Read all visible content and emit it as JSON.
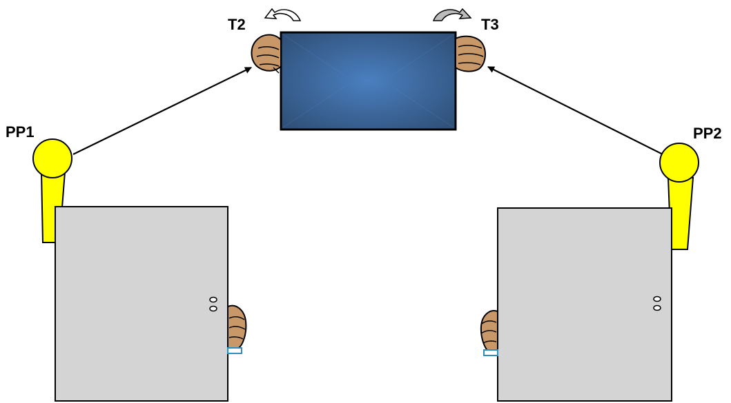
{
  "labels": {
    "t2": "T2",
    "t3": "T3",
    "pp1": "PP1",
    "pp2": "PP2"
  },
  "colors": {
    "screen_center": "#4a7fc0",
    "screen_edge": "#2c4a6e",
    "door_fill": "#d4d4d4",
    "person_fill": "#ffff00",
    "hand_fill": "#c99868",
    "rotation_arrow_fill": "#bcbcbc",
    "outline": "#000000"
  },
  "icons": {
    "screen": "display-panel",
    "doors": "door-panel",
    "hands": "hand-icon",
    "people": "person-icon",
    "rotation": "curved-arrow-icon",
    "gaze": "line-arrow"
  }
}
